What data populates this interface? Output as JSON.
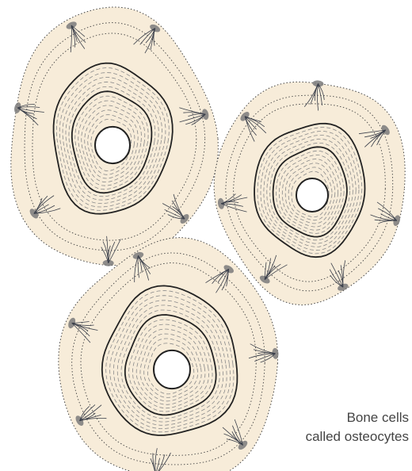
{
  "caption": {
    "line1": "Bone cells",
    "line2": "called osteocytes"
  },
  "colors": {
    "bone_fill": "#f7ecd9",
    "outline": "#222222",
    "lamella_line": "#8a8a8a",
    "dotted_line": "#444444",
    "osteocyte_cell": "#7a7a7a",
    "canaliculi": "#3a3f4a",
    "caption_text": "#444444"
  },
  "osteons": [
    {
      "id": "top-left"
    },
    {
      "id": "right"
    },
    {
      "id": "bottom"
    }
  ]
}
